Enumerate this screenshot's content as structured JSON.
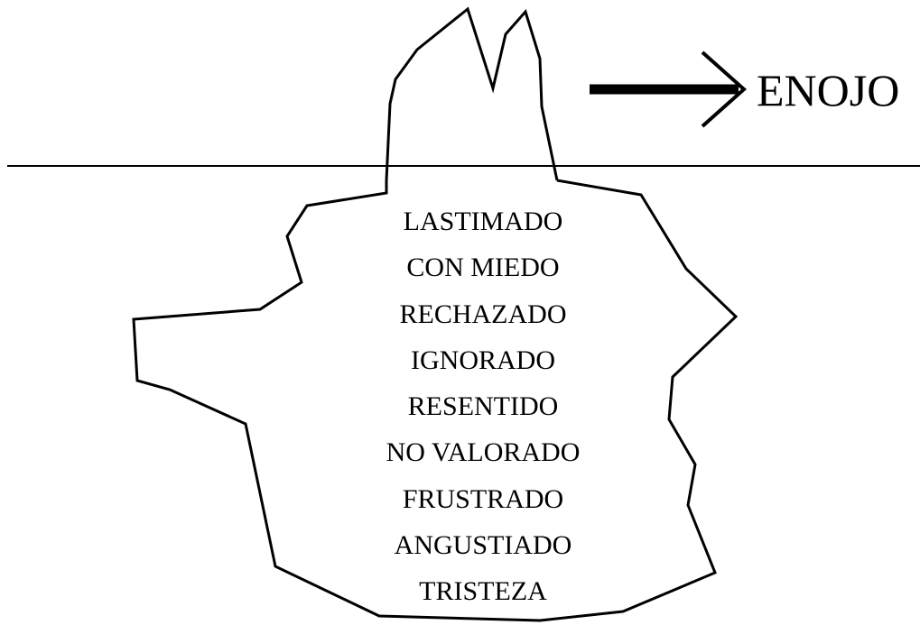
{
  "surface_emotion": "ENOJO",
  "hidden_emotions": [
    "LASTIMADO",
    "CON MIEDO",
    "RECHAZADO",
    "IGNORADO",
    "RESENTIDO",
    "NO VALORADO",
    "FRUSTRADO",
    "ANGUSTIADO",
    "TRISTEZA"
  ],
  "colors": {
    "line": "#000000",
    "background": "#ffffff"
  }
}
